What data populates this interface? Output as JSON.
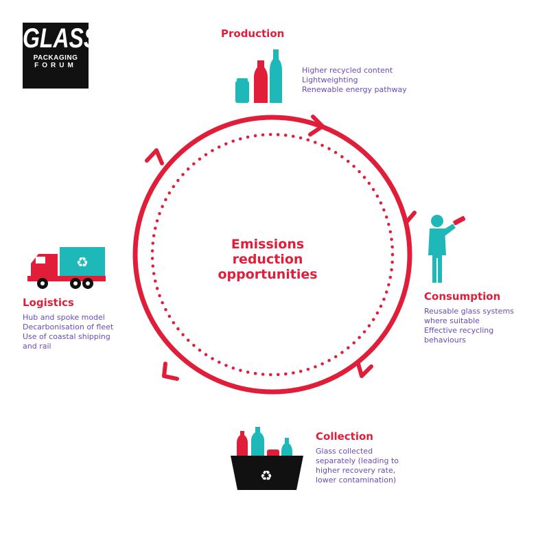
{
  "logo": {
    "line1": "GLASS",
    "line2": "PACKAGING",
    "line3": "FORUM"
  },
  "center": {
    "line1": "Emissions",
    "line2": "reduction",
    "line3": "opportunities"
  },
  "stages": {
    "production": {
      "title": "Production",
      "items": [
        "Higher recycled content",
        "Lightweighting",
        "Renewable energy pathway"
      ]
    },
    "consumption": {
      "title": "Consumption",
      "items": [
        "Reusable glass systems",
        "where suitable",
        "Effective recycling",
        "behaviours"
      ]
    },
    "collection": {
      "title": "Collection",
      "items": [
        "Glass collected",
        "separately (leading to",
        "higher recovery rate,",
        "lower contamination)"
      ]
    },
    "logistics": {
      "title": "Logistics",
      "items": [
        "Hub and spoke model",
        "Decarbonisation of fleet",
        "Use of coastal shipping",
        "and rail"
      ]
    }
  },
  "colors": {
    "red": "#e01e3a",
    "teal": "#1fb8b8",
    "purple": "#6a4ab8",
    "black": "#111111"
  },
  "icons": {
    "production": "bottles-icon",
    "consumption": "person-drinking-icon",
    "collection": "recycling-bin-icon",
    "logistics": "recycling-truck-icon"
  }
}
